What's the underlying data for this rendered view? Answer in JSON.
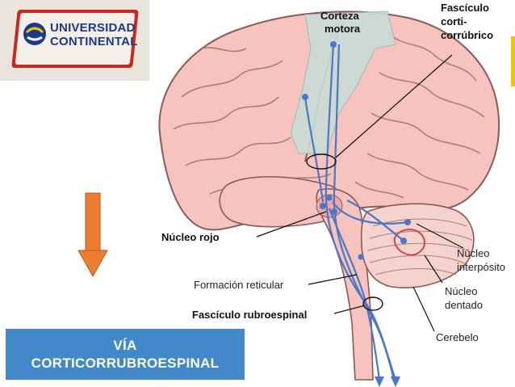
{
  "logo": {
    "line1": "UNIVERSIDAD",
    "line2": "CONTINENTAL"
  },
  "title": {
    "line1": "VÍA",
    "line2": "CORTICORRUBROESPINAL"
  },
  "labels": {
    "corteza_1": "Corteza",
    "corteza_2": "motora",
    "fasciculo_1": "Fascículo",
    "fasciculo_2": "corti-",
    "fasciculo_3": "corrúbrico",
    "nucleo_rojo": "Núcleo rojo",
    "nucleo_interposito_1": "Núcleo",
    "nucleo_interposito_2": "interpósito",
    "formacion_reticular": "Formación reticular",
    "nucleo_dentado_1": "Núcleo",
    "nucleo_dentado_2": "dentado",
    "fasciculo_rubroespinal": "Fascículo rubroespinal",
    "cerebelo": "Cerebelo"
  },
  "colors": {
    "brain": "#f6c3bf",
    "brain_outline": "#8a5a55",
    "motor_cortex": "#c9dcd6",
    "pathway": "#4a78c8",
    "title_bg": "#4189c8",
    "arrow": "#ed7d31"
  }
}
